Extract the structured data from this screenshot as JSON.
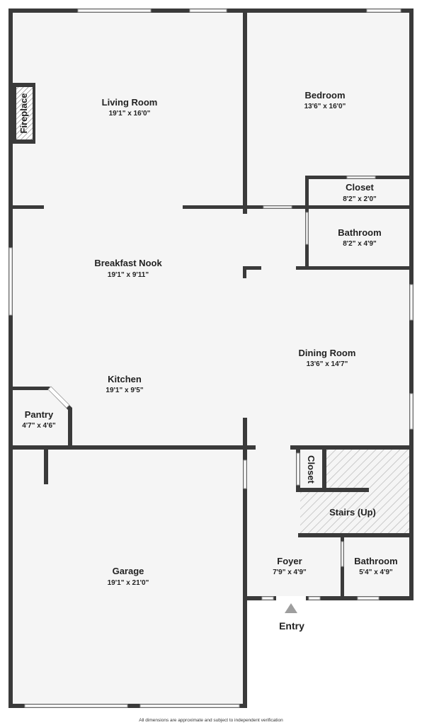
{
  "rooms": {
    "living_room": {
      "name": "Living Room",
      "dims": "19'1\" x 16'0\""
    },
    "bedroom": {
      "name": "Bedroom",
      "dims": "13'6\" x 16'0\""
    },
    "closet_top": {
      "name": "Closet",
      "dims": "8'2\" x 2'0\""
    },
    "bathroom_top": {
      "name": "Bathroom",
      "dims": "8'2\" x 4'9\""
    },
    "breakfast_nook": {
      "name": "Breakfast Nook",
      "dims": "19'1\" x 9'11\""
    },
    "dining_room": {
      "name": "Dining Room",
      "dims": "13'6\" x 14'7\""
    },
    "kitchen": {
      "name": "Kitchen",
      "dims": "19'1\" x 9'5\""
    },
    "pantry": {
      "name": "Pantry",
      "dims": "4'7\" x 4'6\""
    },
    "closet_stairs": {
      "name": "Closet",
      "dims": ""
    },
    "stairs": {
      "name": "Stairs (Up)",
      "dims": ""
    },
    "garage": {
      "name": "Garage",
      "dims": "19'1\" x 21'0\""
    },
    "foyer": {
      "name": "Foyer",
      "dims": "7'9\" x 4'9\""
    },
    "bathroom_bottom": {
      "name": "Bathroom",
      "dims": "5'4\" x 4'9\""
    }
  },
  "fireplace_label": "Fireplace",
  "entry_label": "Entry",
  "disclaimer": "All dimensions are approximate and subject to independent verification",
  "colors": {
    "wall": "#3a3a3a",
    "floor": "#f5f5f5",
    "stairs_hatch": "#bbbbbb",
    "entry_arrow": "#9e9e9e"
  },
  "icons": [
    "entry-arrow-icon",
    "fireplace-icon",
    "stairs-hatch-icon"
  ]
}
